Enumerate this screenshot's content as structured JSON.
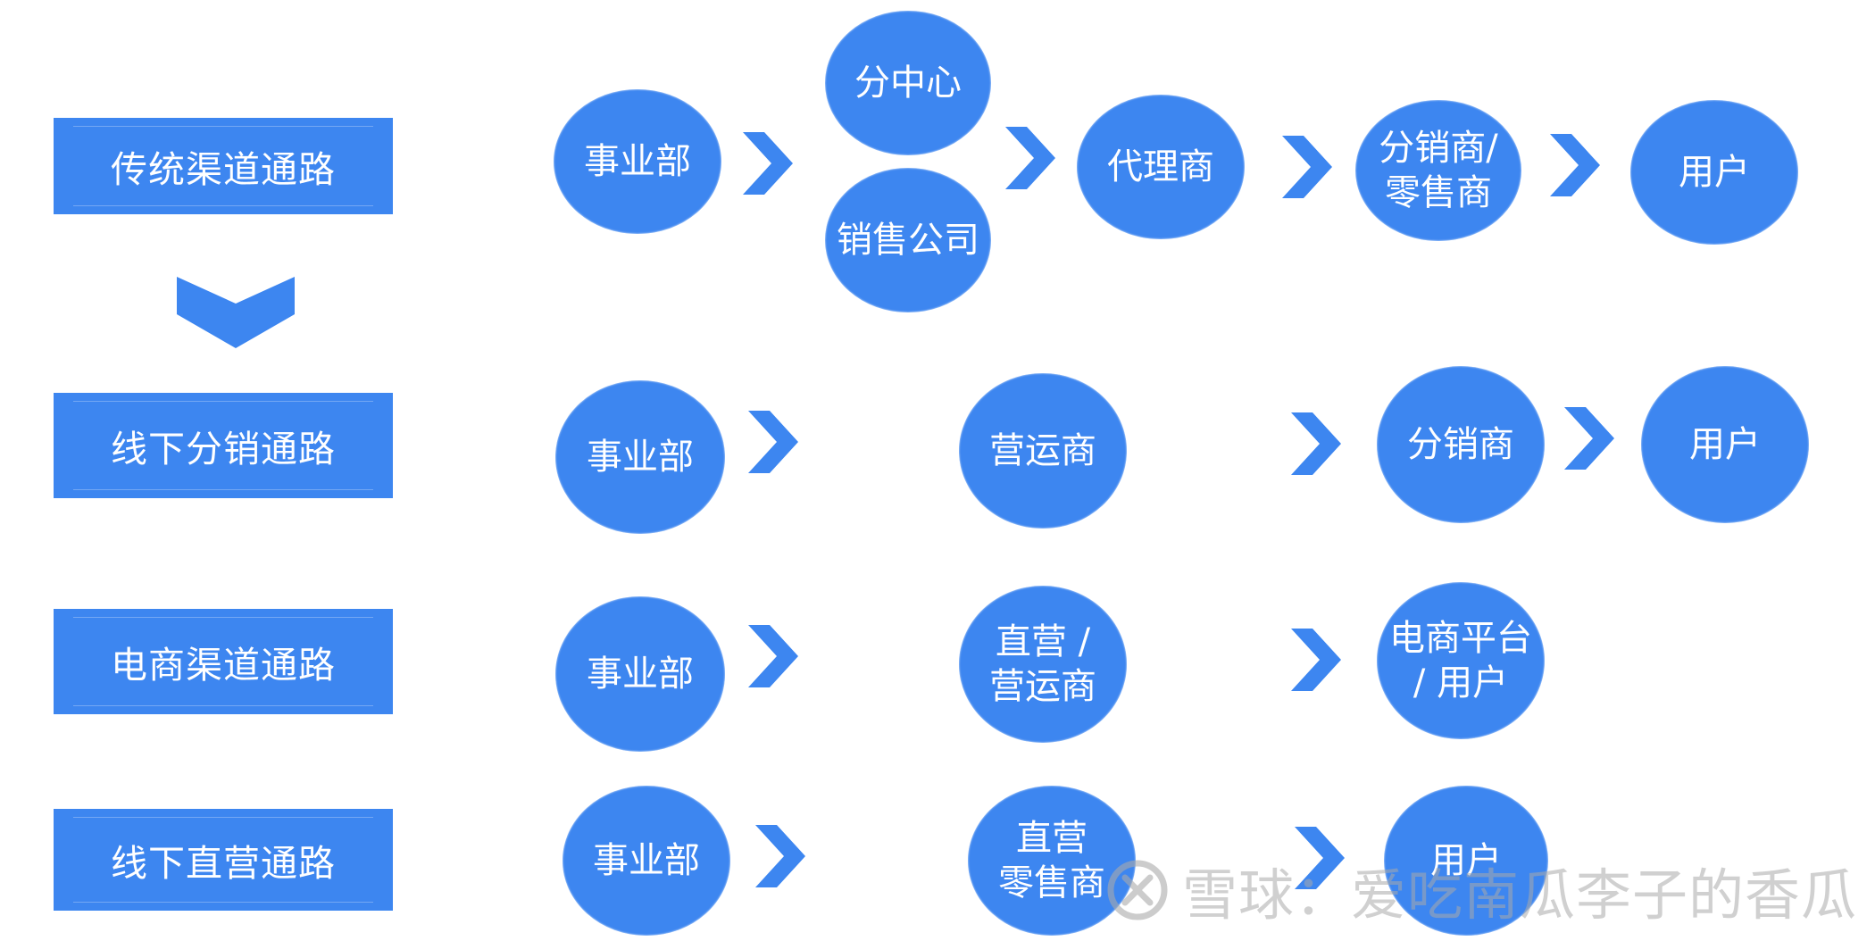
{
  "rows": [
    {
      "label": "传统渠道通路",
      "nodes": [
        "事业部",
        "分中心",
        "销售公司",
        "代理商",
        [
          "分销商/",
          "零售商"
        ],
        "用户"
      ]
    },
    {
      "label": "线下分销通路",
      "nodes": [
        "事业部",
        "营运商",
        "分销商",
        "用户"
      ]
    },
    {
      "label": "电商渠道通路",
      "nodes": [
        "事业部",
        [
          "直营 /",
          "营运商"
        ],
        [
          "电商平台",
          "/ 用户"
        ]
      ]
    },
    {
      "label": "线下直营通路",
      "nodes": [
        "事业部",
        [
          "直营",
          "零售商"
        ],
        "用户"
      ]
    }
  ],
  "watermark": {
    "text": "雪球：爱吃南瓜李子的香瓜",
    "icon": "snowball-logo-icon"
  },
  "colors": {
    "accent": "#3d86f0",
    "text": "#ffffff",
    "watermark": "#aaaaaa"
  }
}
